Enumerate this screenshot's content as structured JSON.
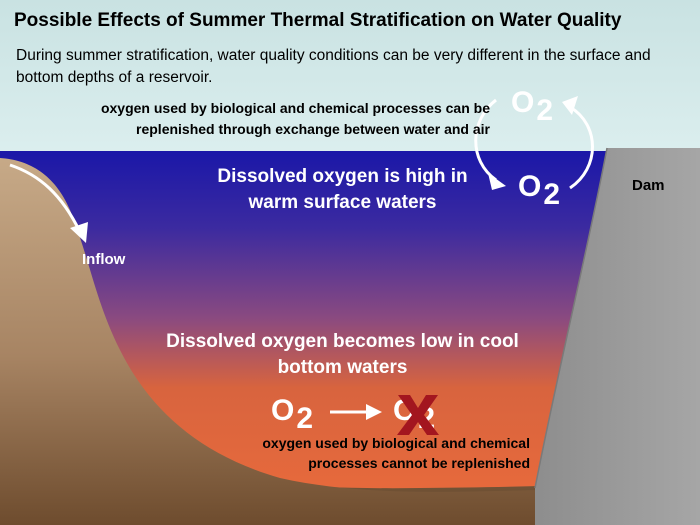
{
  "title": "Possible Effects of Summer Thermal Stratification on Water Quality",
  "subtitle": "During summer stratification, water quality conditions can be very different in the surface and bottom depths of a reservoir.",
  "notes": {
    "top": "oxygen used by biological and chemical processes can be replenished through exchange between water and air",
    "bottom": "oxygen used by biological and chemical processes cannot be replenished"
  },
  "messages": {
    "surface": "Dissolved oxygen is high in warm surface waters",
    "bottom": "Dissolved oxygen becomes low in cool bottom waters"
  },
  "labels": {
    "inflow": "Inflow",
    "dam": "Dam"
  },
  "o2": {
    "base": "O",
    "sub": "2"
  },
  "icons": {
    "cycle": "circular-arrows-icon",
    "inflow": "curved-arrow-icon",
    "consumption": "right-arrow-icon",
    "removed": "red-x-icon"
  },
  "colors": {
    "surface_water": "#1f1ba6",
    "mid_water": "#7a4585",
    "bottom_water": "#e56a3e",
    "bank": "#b89a78",
    "ground": "#7a5a3a",
    "dam": "#9a9a9a",
    "x_mark": "#a3161f"
  }
}
